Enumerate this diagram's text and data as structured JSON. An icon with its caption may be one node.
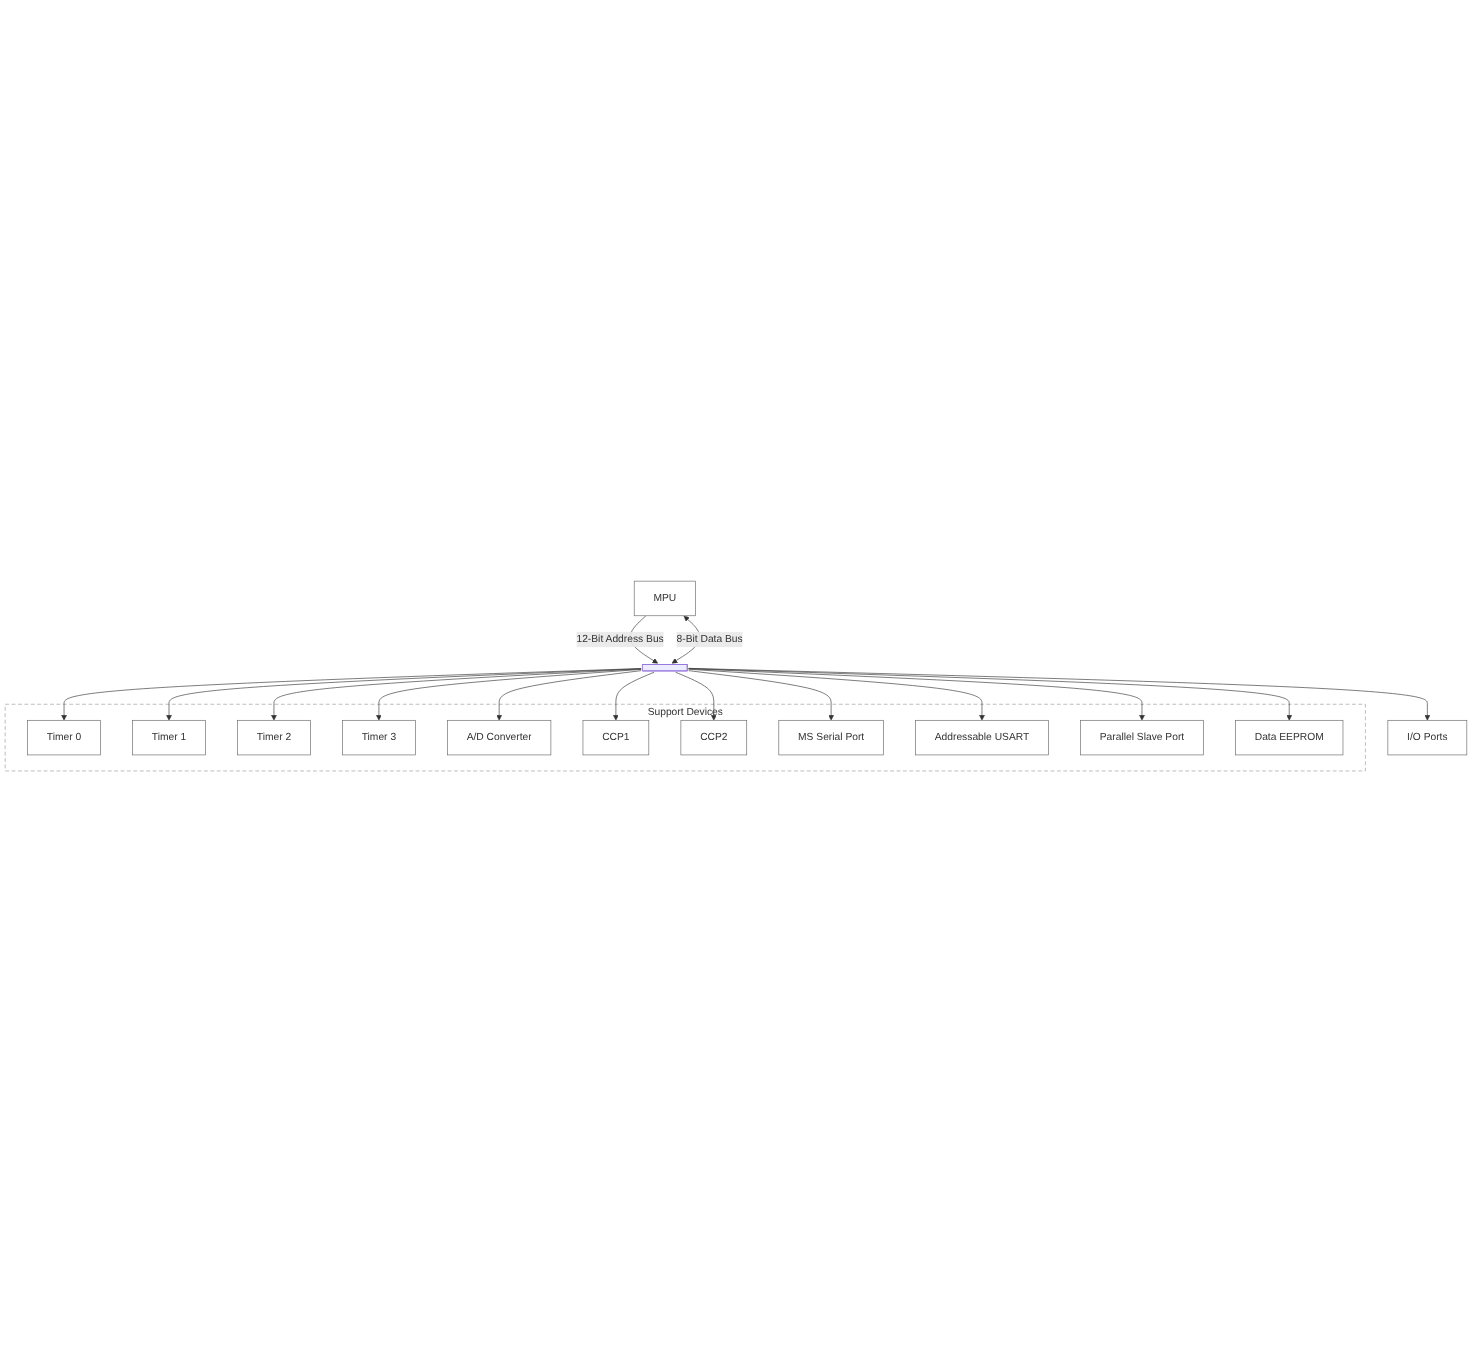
{
  "diagram": {
    "nodes": [
      {
        "text": [
          "MPU"
        ]
      },
      {
        "text": [],
        "shape": "bar"
      },
      {
        "text": [
          "I/O Ports"
        ]
      },
      {
        "text": [
          "Support Devices"
        ]
      },
      {
        "text": [
          "Timer 0"
        ],
        "in": 3
      },
      {
        "text": [
          "Timer 1"
        ],
        "in": 3
      },
      {
        "text": [
          "Timer 2"
        ],
        "in": 3
      },
      {
        "text": [
          "Timer 3"
        ],
        "in": 3
      },
      {
        "text": [
          "A/D Converter"
        ],
        "in": 3
      },
      {
        "text": [
          "CCP1"
        ],
        "in": 3
      },
      {
        "text": [
          "CCP2"
        ],
        "in": 3
      },
      {
        "text": [
          "MS Serial Port"
        ],
        "in": 3
      },
      {
        "text": [
          "Addressable USART"
        ],
        "in": 3
      },
      {
        "text": [
          "Parallel Slave Port"
        ],
        "in": 3
      },
      {
        "text": [
          "Data EEPROM"
        ],
        "in": 3
      }
    ],
    "edges": [
      {
        "from": 0,
        "to": 1,
        "arrow": "to",
        "label": "12-Bit Address Bus"
      },
      {
        "from": 0,
        "to": 1,
        "arrow": "both",
        "label": "8-Bit Data Bus"
      },
      {
        "from": 1,
        "to": 2,
        "arrow": "to"
      },
      {
        "from": 1,
        "to": 8,
        "arrow": "to"
      },
      {
        "from": 1,
        "to": 4,
        "arrow": "to"
      },
      {
        "from": 1,
        "to": 5,
        "arrow": "to"
      },
      {
        "from": 1,
        "to": 6,
        "arrow": "to"
      },
      {
        "from": 1,
        "to": 7,
        "arrow": "to"
      },
      {
        "from": 1,
        "to": 9,
        "arrow": "to"
      },
      {
        "from": 1,
        "to": 10,
        "arrow": "to"
      },
      {
        "from": 1,
        "to": 11,
        "arrow": "to"
      },
      {
        "from": 1,
        "to": 12,
        "arrow": "to"
      },
      {
        "from": 1,
        "to": 13,
        "arrow": "to"
      },
      {
        "from": 1,
        "to": 14,
        "arrow": "to"
      }
    ]
  }
}
